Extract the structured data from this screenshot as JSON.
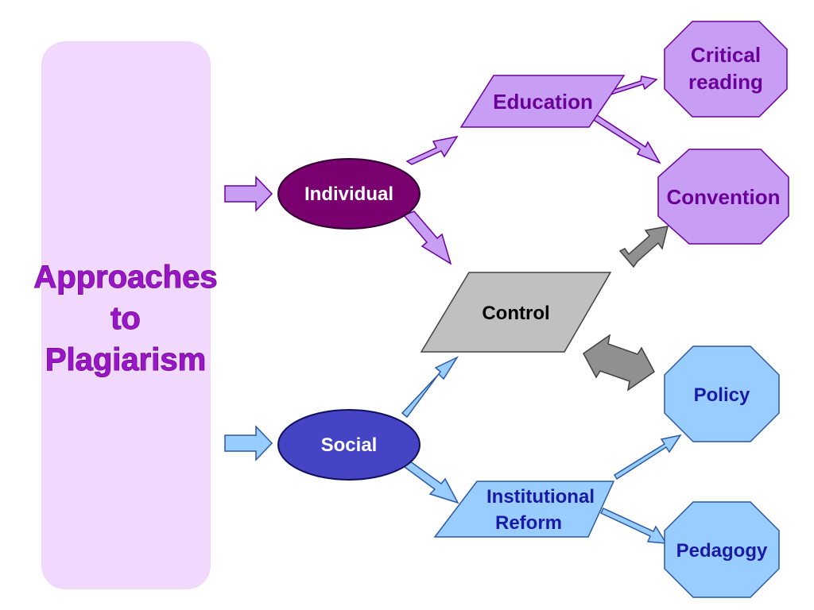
{
  "title_lines": [
    "Approaches",
    "to",
    "Plagiarism"
  ],
  "nodes": {
    "individual": "Individual",
    "social": "Social",
    "education": "Education",
    "control": "Control",
    "institutional_reform": [
      "Institutional",
      "Reform"
    ],
    "critical_reading": [
      "Critical",
      "reading"
    ],
    "convention": "Convention",
    "policy": "Policy",
    "pedagogy": "Pedagogy"
  },
  "colors": {
    "side_panel": "#f0d9fc",
    "purple_light": "#c89ef5",
    "purple_dark": "#7a0070",
    "blue_light": "#99ccff",
    "blue_dark": "#4444c4",
    "gray": "#c0c0c0",
    "gray_arrow": "#909090"
  }
}
